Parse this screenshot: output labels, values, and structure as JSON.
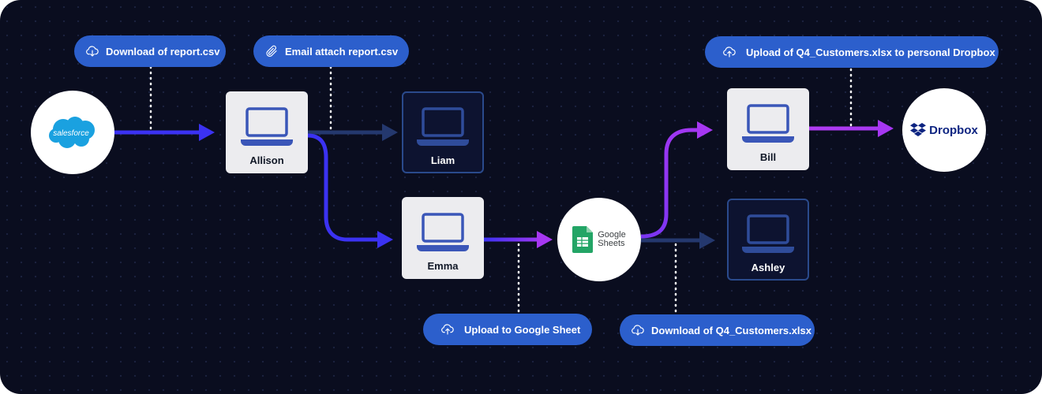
{
  "services": {
    "salesforce": {
      "label": "salesforce"
    },
    "google_sheets": {
      "line1": "Google",
      "line2": "Sheets"
    },
    "dropbox": {
      "label": "Dropbox"
    }
  },
  "devices": {
    "allison": {
      "label": "Allison"
    },
    "liam": {
      "label": "Liam"
    },
    "emma": {
      "label": "Emma"
    },
    "bill": {
      "label": "Bill"
    },
    "ashley": {
      "label": "Ashley"
    }
  },
  "events": {
    "download_report": {
      "label": "Download of report.csv",
      "icon": "cloud-download-icon"
    },
    "email_attach": {
      "label": "Email attach report.csv",
      "icon": "paperclip-icon"
    },
    "upload_dropbox": {
      "label": "Upload of Q4_Customers.xlsx to personal Dropbox",
      "icon": "cloud-upload-icon"
    },
    "upload_sheet": {
      "label": "Upload to Google Sheet",
      "icon": "cloud-upload-icon"
    },
    "download_q4": {
      "label": "Download of Q4_Customers.xlsx",
      "icon": "cloud-download-icon"
    }
  },
  "colors": {
    "background": "#0a0d1f",
    "pill": "#2c5fcc",
    "primary_flow": "#3b32f2",
    "risk_flow": "#a637f2",
    "passive_flow": "#24386e",
    "salesforce": "#1aa1e0",
    "google_sheets": "#23a566",
    "dropbox": "#0d2481"
  }
}
